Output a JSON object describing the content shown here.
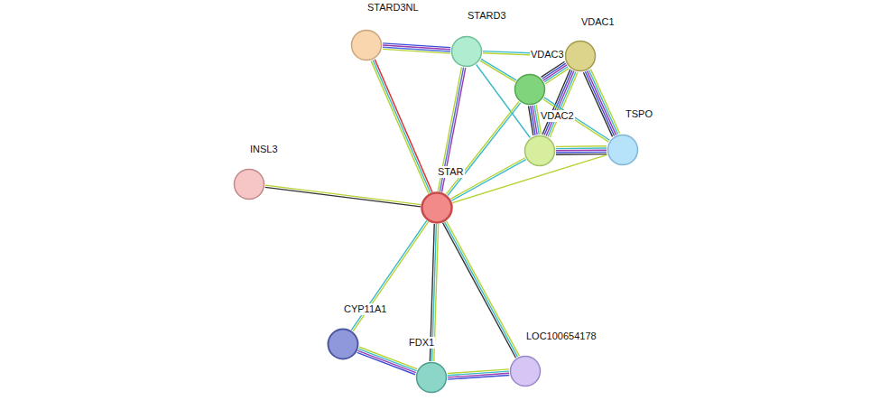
{
  "diagram": {
    "nodes": [
      {
        "text": [
          "STARD3NL"
        ]
      },
      {
        "text": [
          "STARD3"
        ]
      },
      {
        "text": [
          "VDAC1"
        ]
      },
      {
        "text": [
          "VDAC3"
        ]
      },
      {
        "text": [
          "VDAC2"
        ]
      },
      {
        "text": [
          "TSPO"
        ]
      },
      {
        "text": [
          "INSL3"
        ]
      },
      {
        "text": [
          "STAR"
        ]
      },
      {
        "text": [
          "CYP11A1"
        ]
      },
      {
        "text": [
          "FDX1"
        ]
      },
      {
        "text": [
          "LOC100654178"
        ]
      }
    ],
    "edges": [
      {
        "from": 0,
        "to": 1,
        "arrow": "none"
      },
      {
        "from": 0,
        "to": 7,
        "arrow": "none"
      },
      {
        "from": 1,
        "to": 2,
        "arrow": "none"
      },
      {
        "from": 1,
        "to": 3,
        "arrow": "none"
      },
      {
        "from": 1,
        "to": 4,
        "arrow": "none"
      },
      {
        "from": 1,
        "to": 7,
        "arrow": "none"
      },
      {
        "from": 2,
        "to": 3,
        "arrow": "none"
      },
      {
        "from": 2,
        "to": 4,
        "arrow": "none"
      },
      {
        "from": 2,
        "to": 5,
        "arrow": "none"
      },
      {
        "from": 3,
        "to": 4,
        "arrow": "none"
      },
      {
        "from": 3,
        "to": 5,
        "arrow": "none"
      },
      {
        "from": 3,
        "to": 7,
        "arrow": "none"
      },
      {
        "from": 4,
        "to": 5,
        "arrow": "none"
      },
      {
        "from": 4,
        "to": 7,
        "arrow": "none"
      },
      {
        "from": 5,
        "to": 7,
        "arrow": "none"
      },
      {
        "from": 6,
        "to": 7,
        "arrow": "none"
      },
      {
        "from": 7,
        "to": 8,
        "arrow": "none"
      },
      {
        "from": 7,
        "to": 9,
        "arrow": "none"
      },
      {
        "from": 7,
        "to": 10,
        "arrow": "none"
      },
      {
        "from": 8,
        "to": 9,
        "arrow": "none"
      },
      {
        "from": 9,
        "to": 10,
        "arrow": "none"
      }
    ]
  }
}
